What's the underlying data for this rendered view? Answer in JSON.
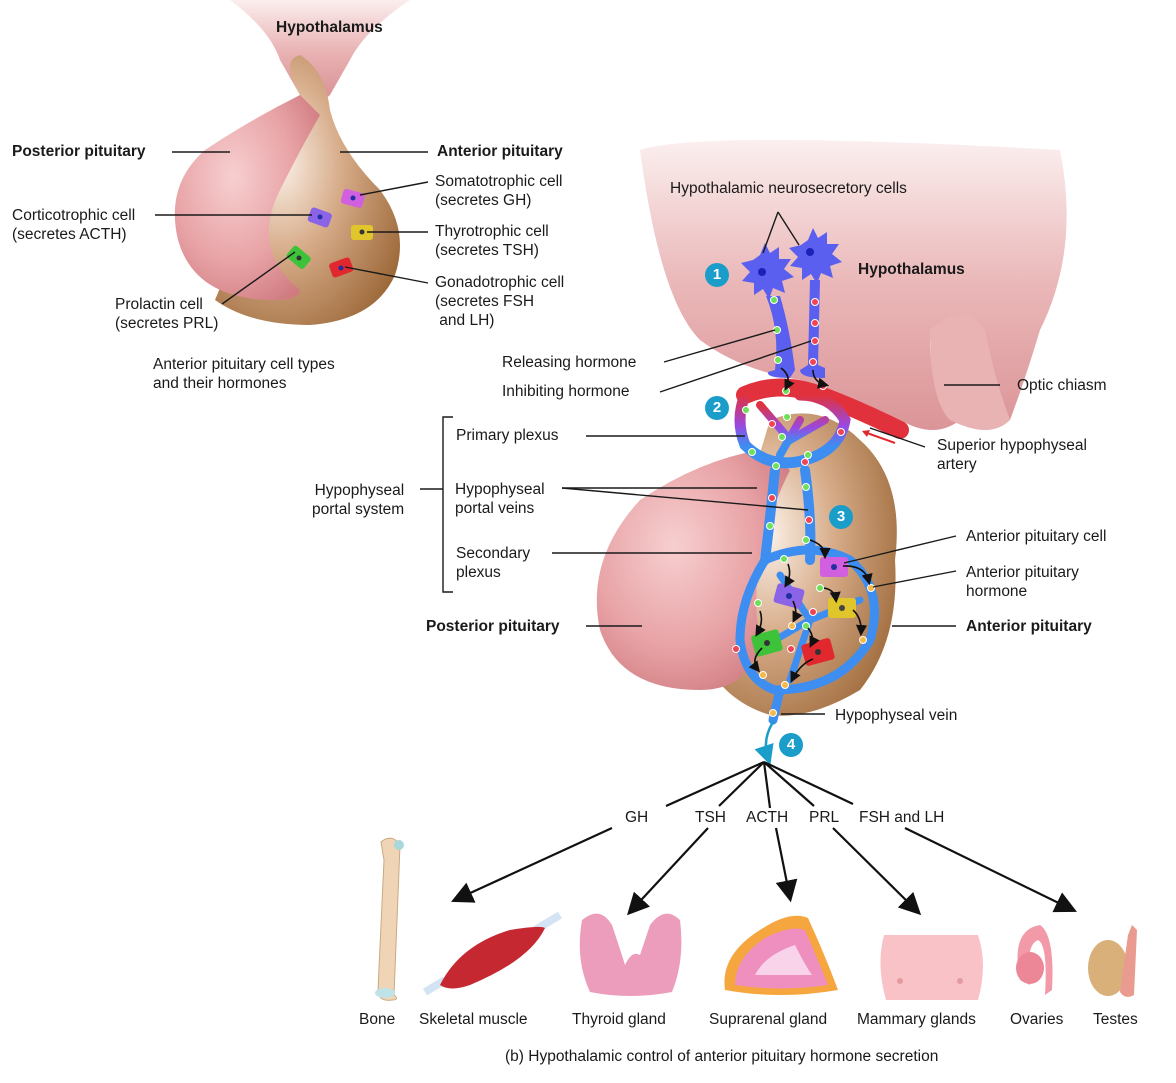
{
  "panel_a": {
    "hypothalamus": "Hypothalamus",
    "posterior_pituitary": "Posterior pituitary",
    "anterior_pituitary": "Anterior pituitary",
    "cells": [
      {
        "name": "Somatotrophic cell",
        "secretes": "(secretes GH)",
        "color": "#d25ee0"
      },
      {
        "name": "Corticotrophic cell",
        "secretes": "(secretes ACTH)",
        "color": "#8a63e6"
      },
      {
        "name": "Thyrotrophic cell",
        "secretes": "(secretes TSH)",
        "color": "#e0c62a"
      },
      {
        "name": "Gonadotrophic cell",
        "secretes": "(secretes FSH\n and LH)",
        "color": "#e0282e"
      },
      {
        "name": "Prolactin cell",
        "secretes": "(secretes PRL)",
        "color": "#3ec23a"
      }
    ],
    "caption": "Anterior pituitary cell types\nand their hormones"
  },
  "panel_b": {
    "neurosecretory_cells": "Hypothalamic neurosecretory cells",
    "hypothalamus": "Hypothalamus",
    "releasing_hormone": "Releasing hormone",
    "inhibiting_hormone": "Inhibiting hormone",
    "optic_chiasm": "Optic chiasm",
    "superior_artery": "Superior hypophyseal\nartery",
    "portal_system": "Hypophyseal\nportal system",
    "primary_plexus": "Primary plexus",
    "portal_veins": "Hypophyseal\nportal veins",
    "secondary_plexus": "Secondary\nplexus",
    "posterior_pituitary": "Posterior pituitary",
    "anterior_pituitary": "Anterior pituitary",
    "anterior_cell": "Anterior pituitary cell",
    "anterior_hormone": "Anterior pituitary\nhormone",
    "hypophyseal_vein": "Hypophyseal vein",
    "steps": [
      "1",
      "2",
      "3",
      "4"
    ],
    "hormones": [
      "GH",
      "TSH",
      "ACTH",
      "PRL",
      "FSH and LH"
    ],
    "targets": [
      "Bone",
      "Skeletal muscle",
      "Thyroid gland",
      "Suprarenal gland",
      "Mammary glands",
      "Ovaries",
      "Testes"
    ],
    "caption": "(b) Hypothalamic control of anterior pituitary hormone secretion"
  },
  "colors": {
    "step_badge": "#1b9dc9",
    "posterior_tissue": "#e8a3a6",
    "anterior_tissue": "#b07a50",
    "neuron": "#5a5ff0",
    "artery": "#e0313c",
    "vein": "#3d8ef0",
    "releasing_dot": "#6de05a",
    "inhibiting_dot": "#f04455",
    "pituitary_hormone_dot": "#f5b84a"
  }
}
